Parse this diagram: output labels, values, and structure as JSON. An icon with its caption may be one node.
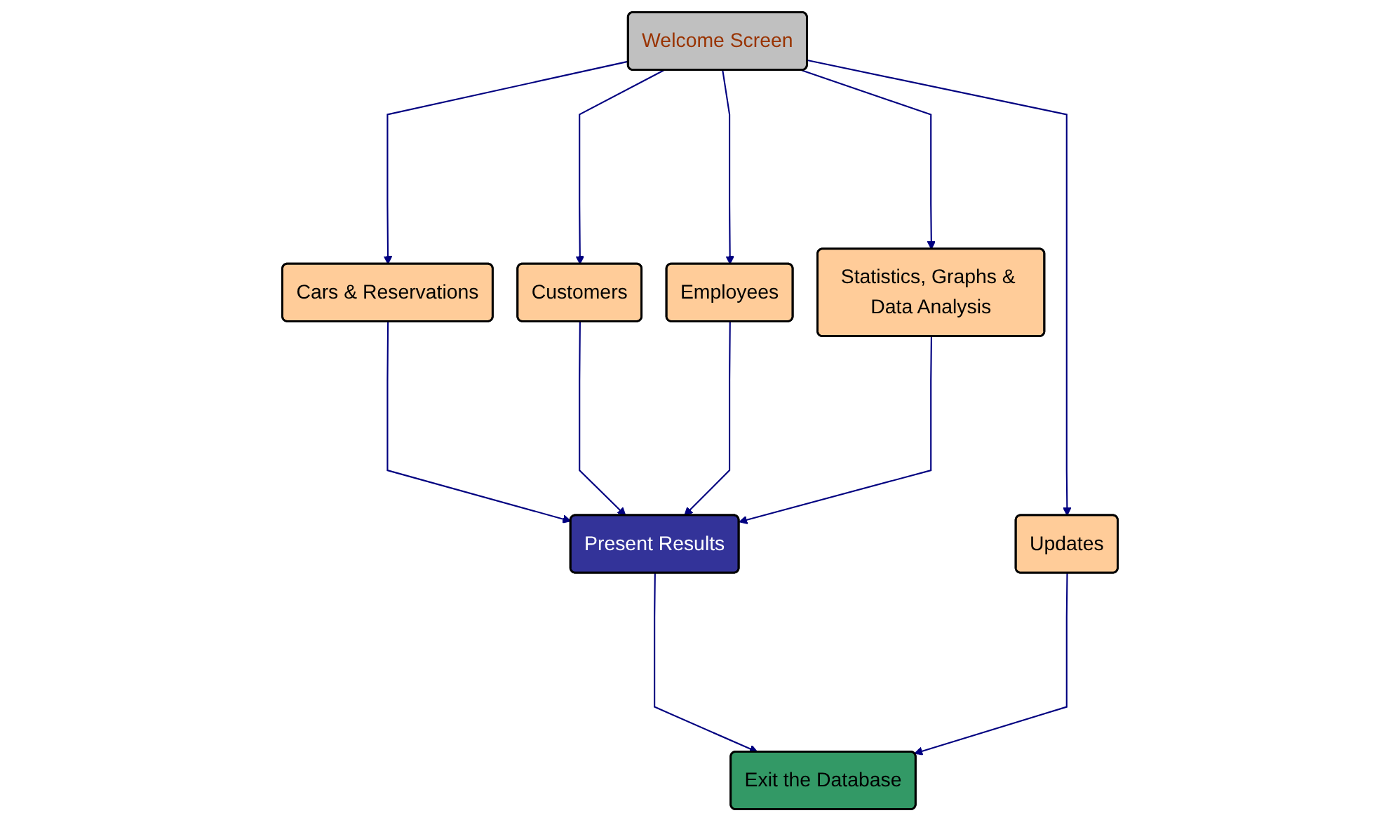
{
  "diagram": {
    "nodes": [
      {
        "text": [
          "Welcome Screen"
        ]
      },
      {
        "text": [
          "Cars & Reservations"
        ]
      },
      {
        "text": [
          "Customers"
        ]
      },
      {
        "text": [
          "Employees"
        ]
      },
      {
        "text": [
          "Statistics, Graphs & Data Analysis"
        ]
      },
      {
        "text": [
          "Updates"
        ]
      },
      {
        "text": [
          "Present Results"
        ]
      },
      {
        "text": [
          "Exit the Database"
        ]
      }
    ],
    "edges": [
      {
        "from": 0,
        "to": 1,
        "arrow": "to"
      },
      {
        "from": 0,
        "to": 2,
        "arrow": "to"
      },
      {
        "from": 0,
        "to": 3,
        "arrow": "to"
      },
      {
        "from": 0,
        "to": 4,
        "arrow": "to"
      },
      {
        "from": 0,
        "to": 5,
        "arrow": "to"
      },
      {
        "from": 1,
        "to": 6,
        "arrow": "to"
      },
      {
        "from": 2,
        "to": 6,
        "arrow": "to"
      },
      {
        "from": 3,
        "to": 6,
        "arrow": "to"
      },
      {
        "from": 4,
        "to": 6,
        "arrow": "to"
      },
      {
        "from": 6,
        "to": 7,
        "arrow": "to"
      },
      {
        "from": 5,
        "to": 7,
        "arrow": "to"
      }
    ]
  }
}
